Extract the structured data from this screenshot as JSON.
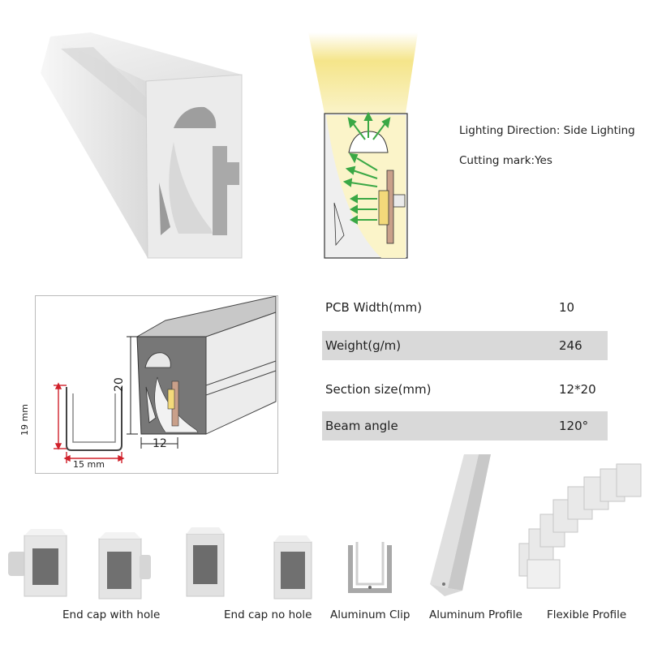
{
  "lighting": {
    "direction_label": "Lighting Direction: Side Lighting",
    "cutting_label": "Cutting mark:Yes"
  },
  "dimensions": {
    "profile_height": "20",
    "profile_width": "12",
    "clip_height": "19 mm",
    "clip_width": "15 mm"
  },
  "specs": [
    {
      "label": "PCB Width(mm)",
      "value": "10"
    },
    {
      "label": "Weight(g/m)",
      "value": "246"
    },
    {
      "label": "Section size(mm)",
      "value": "12*20"
    },
    {
      "label": "Beam angle",
      "value": "120°"
    }
  ],
  "accessories": [
    {
      "label": "End cap with hole"
    },
    {
      "label": "End cap no hole"
    },
    {
      "label": "Aluminum Clip"
    },
    {
      "label": "Aluminum Profile"
    },
    {
      "label": "Flexible Profile"
    }
  ],
  "colors": {
    "light_beam": "#f5e58a",
    "arrow_green": "#3aa845",
    "dimension_red": "#d0202a",
    "row_shade": "#d9d9d9"
  }
}
